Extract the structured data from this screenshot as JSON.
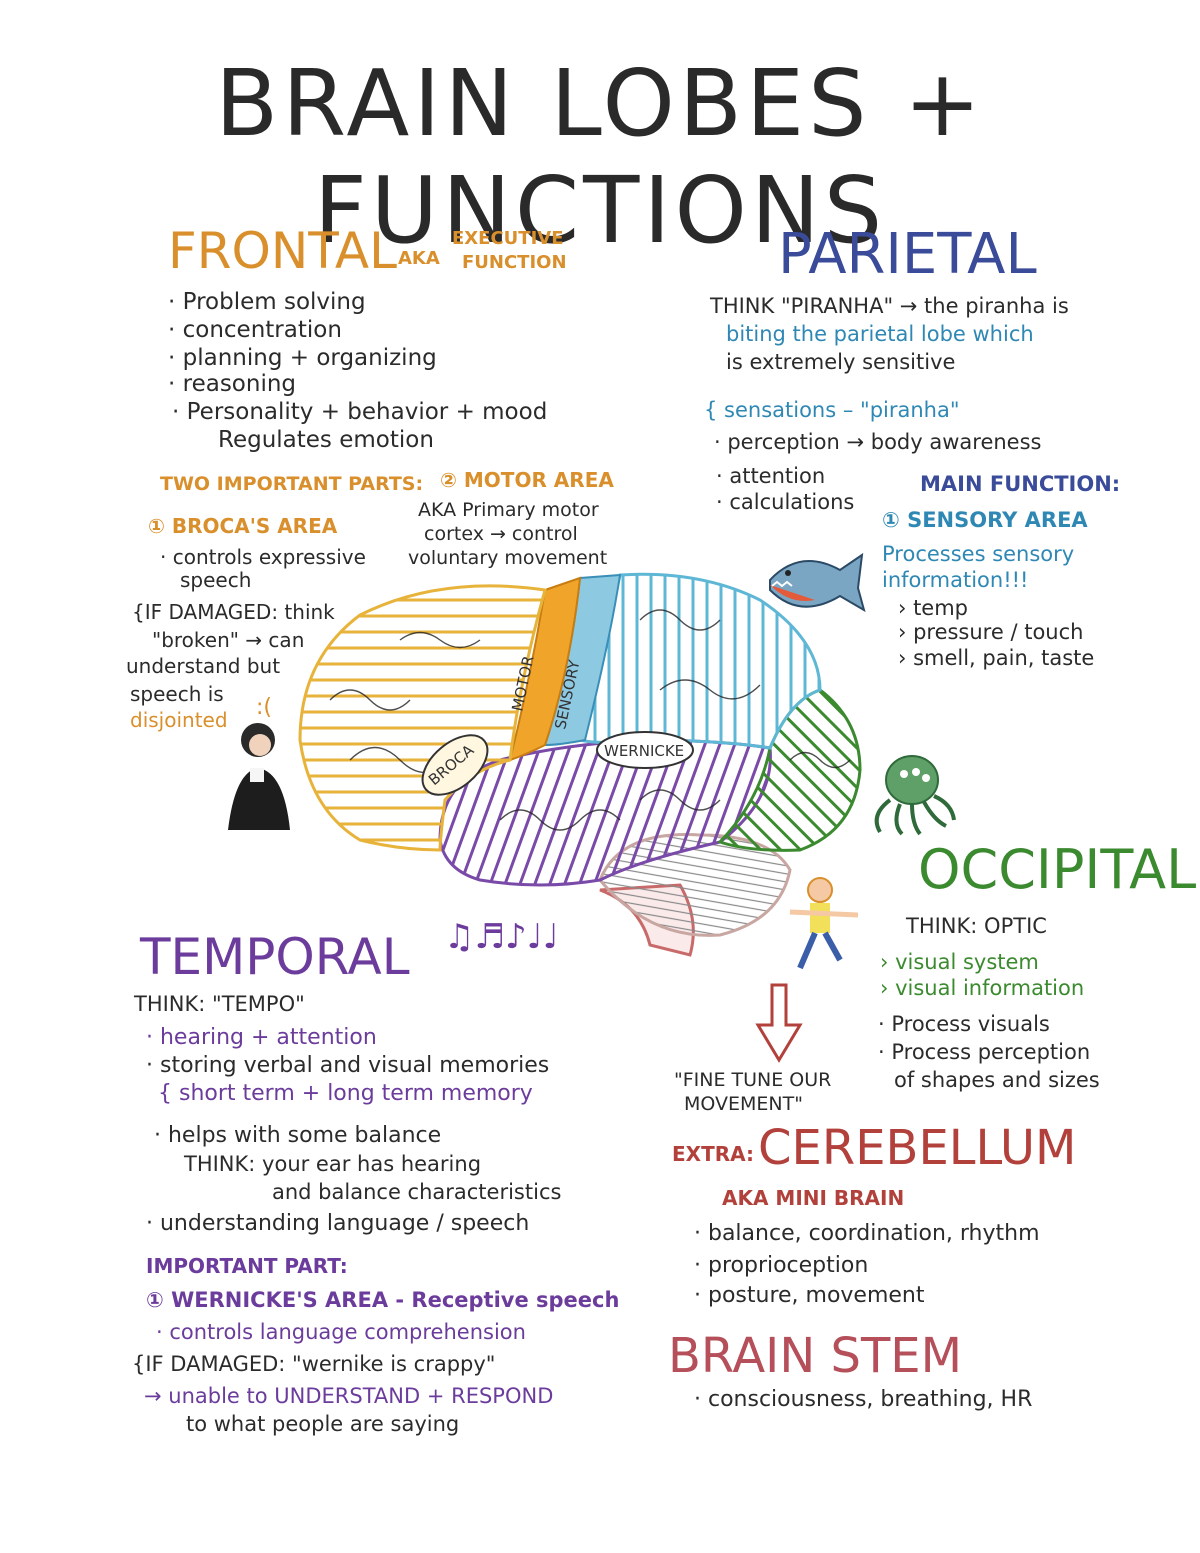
{
  "title": "BRAIN LOBES + FUNCTIONS",
  "frontal": {
    "heading": "FRONTAL",
    "aka": "AKA",
    "aka_value_1": "EXECUTIVE",
    "aka_value_2": "FUNCTION",
    "items": [
      "· Problem solving",
      "· concentration",
      "· planning + organizing",
      "· reasoning",
      "· Personality + behavior + mood",
      "Regulates emotion"
    ],
    "two_parts": "TWO IMPORTANT PARTS:",
    "broca_title": "① BROCA'S AREA",
    "broca_desc_1": "· controls expressive",
    "broca_desc_2": "speech",
    "damaged_1": "{IF DAMAGED: think",
    "damaged_2": "\"broken\" → can",
    "damaged_3": "understand but",
    "damaged_4": "speech is",
    "damaged_5": "disjointed",
    "motor_title": "② MOTOR AREA",
    "motor_desc_1": "AKA Primary motor",
    "motor_desc_2": "cortex → control",
    "motor_desc_3": "voluntary movement"
  },
  "parietal": {
    "heading": "PARIETAL",
    "think_1": "THINK \"PIRANHA\" → the piranha is",
    "think_2": "biting the parietal lobe which",
    "think_3": "is extremely sensitive",
    "items": [
      "{ sensations – \"piranha\"",
      "· perception → body awareness",
      "· attention",
      "· calculations"
    ],
    "main_function": "MAIN FUNCTION:",
    "sensory_title": "① SENSORY AREA",
    "sensory_desc_1": "Processes sensory",
    "sensory_desc_2": "information!!!",
    "senses": [
      "› temp",
      "› pressure / touch",
      "› smell, pain, taste"
    ]
  },
  "occipital": {
    "heading": "OCCIPITAL",
    "think": "THINK: OPTIC",
    "items": [
      "› visual system",
      "› visual information",
      "· Process visuals",
      "· Process perception",
      "of shapes and sizes"
    ]
  },
  "temporal": {
    "heading": "TEMPORAL",
    "think": "THINK: \"TEMPO\"",
    "items": [
      "· hearing + attention",
      "· storing verbal and visual memories",
      "{ short term + long term memory",
      "· helps with some balance",
      "THINK: your ear has hearing",
      "and balance characteristics",
      "· understanding language / speech"
    ],
    "important_part": "IMPORTANT PART:",
    "wernicke_title": "① WERNICKE'S AREA - Receptive speech",
    "wernicke_desc": "· controls language comprehension",
    "damaged_1": "{IF DAMAGED: \"wernike is crappy\"",
    "damaged_2": "→ unable to UNDERSTAND + RESPOND",
    "damaged_3": "to what people are saying"
  },
  "cerebellum": {
    "fine_tune_1": "\"FINE TUNE OUR",
    "fine_tune_2": "MOVEMENT\"",
    "extra": "EXTRA:",
    "heading": "CEREBELLUM",
    "aka": "AKA MINI BRAIN",
    "items": [
      "· balance, coordination, rhythm",
      "· proprioception",
      "· posture, movement"
    ]
  },
  "brain_stem": {
    "heading": "BRAIN STEM",
    "items": [
      "· consciousness, breathing, HR"
    ]
  },
  "diagram_labels": {
    "motor": "MOTOR",
    "sensory": "SENSORY",
    "broca": "BROCA",
    "wernicke": "WERNICKE"
  },
  "colors": {
    "frontal": "#e8b33a",
    "parietal": "#5fb7d6",
    "temporal": "#7a4aa8",
    "occipital": "#3b8a2f",
    "cerebellum": "#c8a6a2",
    "stem": "#c86a6a",
    "motor": "#f0a52a"
  },
  "icons": [
    "woman-thinking-icon",
    "piranha-icon",
    "octopus-icon",
    "boy-balance-icon",
    "music-notes-icon",
    "down-arrow-icon",
    "sad-face-icon"
  ]
}
